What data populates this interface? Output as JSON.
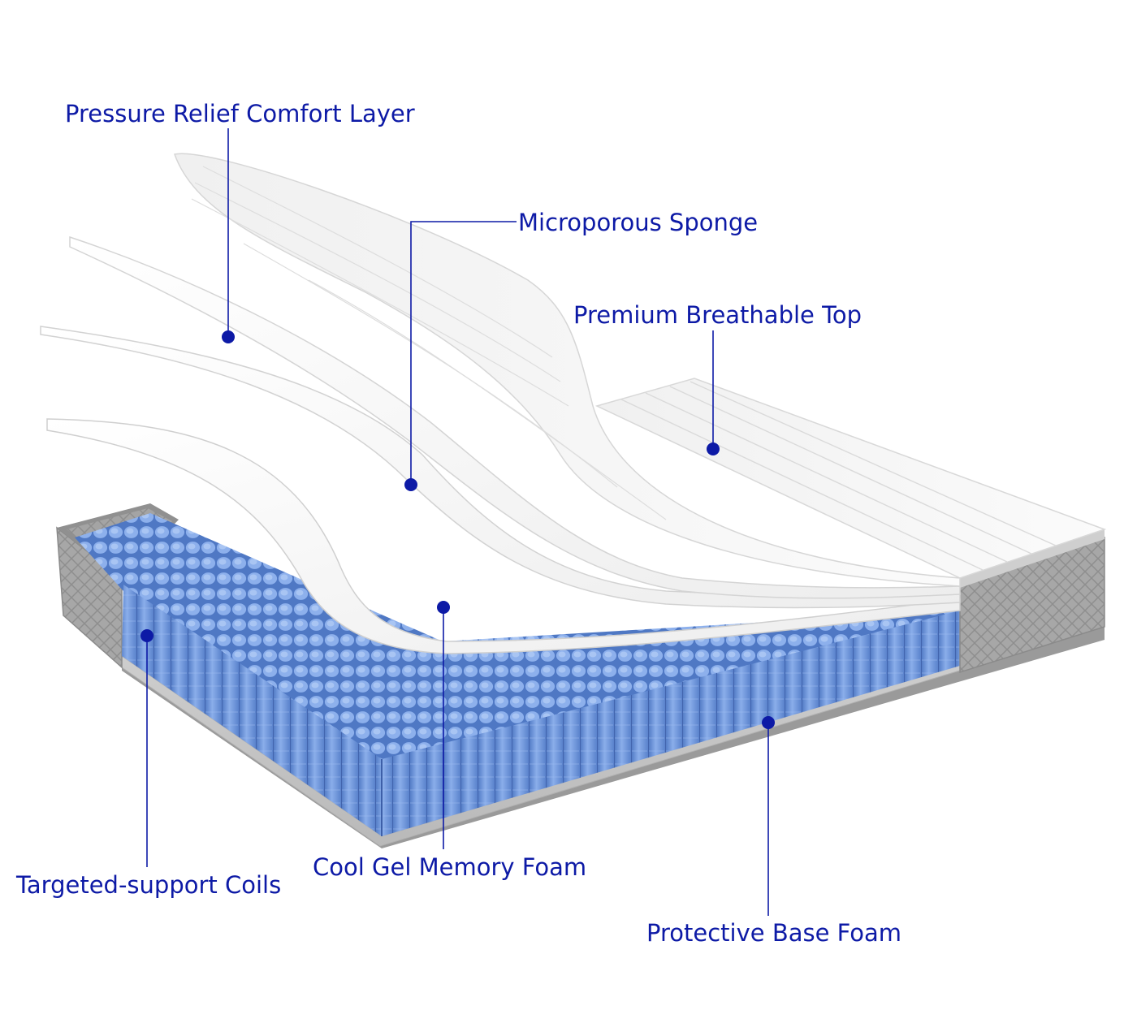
{
  "accent_color": "#0d1aa6",
  "callouts": {
    "pressure_relief": "Pressure Relief Comfort Layer",
    "microporous": "Microporous Sponge",
    "premium_top": "Premium Breathable Top",
    "coils": "Targeted-support Coils",
    "gel_foam": "Cool Gel Memory Foam",
    "base_foam": "Protective Base Foam"
  },
  "illustration": {
    "subject": "mattress-cutaway",
    "coil_color": "#6f98de",
    "border_color": "#a9a9a9",
    "layer_color": "#ffffff"
  }
}
